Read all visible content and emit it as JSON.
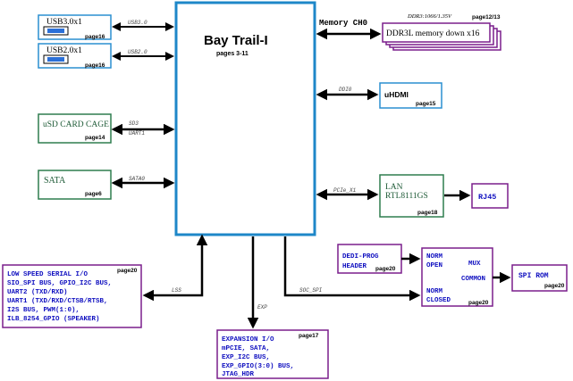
{
  "soc": {
    "title": "Bay Trail-I",
    "pages": "pages 3-11"
  },
  "usb3": {
    "label": "USB3.0x1",
    "page": "page16",
    "bus": "USB3.0"
  },
  "usb2": {
    "label": "USB2.0x1",
    "page": "page16",
    "bus": "USB2.0"
  },
  "usd": {
    "label": "uSD CARD CAGE",
    "page": "page14",
    "bus1": "SD3",
    "bus2": "UART1"
  },
  "sata": {
    "label": "SATA",
    "page": "page6",
    "bus": "SATA0"
  },
  "memory": {
    "channel": "Memory CH0",
    "spec": "DDR3:1066/1.35V",
    "page": "page12/13",
    "label": "DDR3L memory down x16"
  },
  "uhdmi": {
    "label": "uHDMI",
    "page": "page15",
    "bus": "DDI0"
  },
  "lan": {
    "line1": "LAN",
    "line2": "RTL8111GS",
    "page": "page18",
    "bus": "PCIe_X1"
  },
  "rj45": {
    "label": "RJ45"
  },
  "dediprog": {
    "line1": "DEDI-PROG",
    "line2": "HEADER",
    "page": "page20"
  },
  "mux": {
    "norm_open_1": "NORM",
    "norm_open_2": "OPEN",
    "mux": "MUX",
    "common": "COMMON",
    "norm_closed_1": "NORM",
    "norm_closed_2": "CLOSED",
    "page": "page20"
  },
  "spirom": {
    "label": "SPI ROM",
    "page": "page20"
  },
  "lss": {
    "lines": [
      "LOW SPEED SERIAL I/O",
      "SIO_SPI BUS, GPIO_I2C BUS,",
      "UART2 (TXD/RXD)",
      "UART1 (TXD/RXD/CTSB/RTSB,",
      "I2S BUS, PWM(1:0),",
      "ILB_8254_GPIO (SPEAKER)"
    ],
    "page": "page20",
    "bus": "LSS"
  },
  "exp": {
    "lines": [
      "EXPANSION I/O",
      "mPCIE, SATA,",
      "EXP_I2C BUS,",
      "EXP_GPIO(3:0) BUS,",
      "JTAG_HDR"
    ],
    "page": "page17",
    "bus": "EXP"
  },
  "soc_spi": {
    "bus": "SOC_SPI"
  },
  "colors": {
    "soc_border": "#1e87c8",
    "cyan_box": "#2a8fd0",
    "green_box": "#2e7d4f",
    "purple_box": "#7a1e8c",
    "blue_text": "#1010c0",
    "arrow": "#000000"
  }
}
